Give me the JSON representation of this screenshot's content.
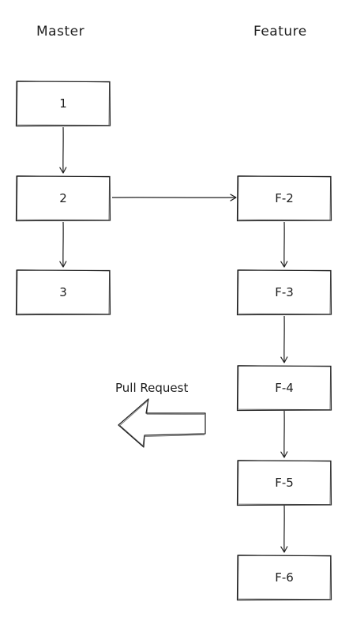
{
  "lanes": {
    "master": "Master",
    "feature": "Feature"
  },
  "master_commits": [
    "1",
    "2",
    "3"
  ],
  "feature_commits": [
    "F-2",
    "F-3",
    "F-4",
    "F-5",
    "F-6"
  ],
  "pull_request": {
    "label": "Pull Request",
    "icon": "left-arrow-icon"
  },
  "colors": {
    "stroke": "#1e1e1e",
    "background": "#ffffff"
  }
}
